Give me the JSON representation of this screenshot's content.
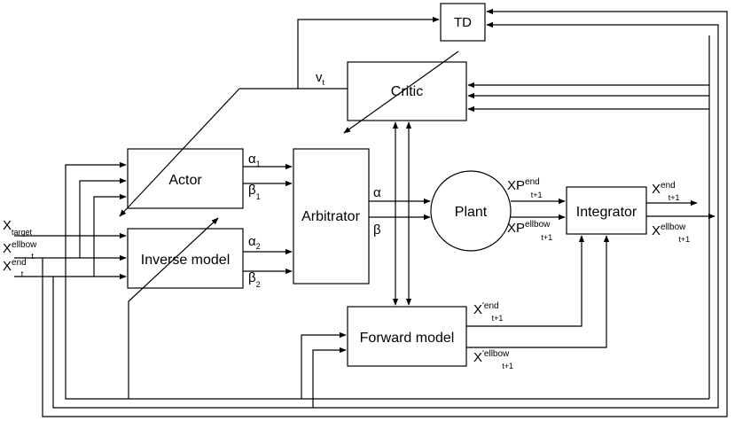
{
  "blocks": {
    "td": "TD",
    "critic": "Critic",
    "actor": "Actor",
    "inverse_model": "Inverse model",
    "arbitrator": "Arbitrator",
    "plant": "Plant",
    "integrator": "Integrator",
    "forward_model": "Forward model"
  },
  "signals": {
    "v": {
      "base": "v",
      "sub": "t"
    },
    "alpha1": {
      "base": "α",
      "sub": "1"
    },
    "beta1": {
      "base": "β",
      "sub": "1"
    },
    "alpha2": {
      "base": "α",
      "sub": "2"
    },
    "beta2": {
      "base": "β",
      "sub": "2"
    },
    "alpha": "α",
    "beta": "β",
    "x_target": {
      "base": "X",
      "sub": "target"
    },
    "x_ellbow": {
      "base": "X",
      "sup": "ellbow",
      "sub": "t"
    },
    "x_end": {
      "base": "X",
      "sup": "end",
      "sub": "t"
    },
    "xp_end": {
      "base": "XP",
      "sup": "end",
      "sub": "t+1"
    },
    "xp_ellbow": {
      "base": "XP",
      "sup": "ellbow",
      "sub": "t+1"
    },
    "x_end_next": {
      "base": "X",
      "sup": "end",
      "sub": "t+1"
    },
    "x_ellbow_next": {
      "base": "X",
      "sup": "ellbow",
      "sub": "t+1"
    },
    "xf_end": {
      "base": "X",
      "sup": "'end",
      "sub": "t+1"
    },
    "xf_ellbow": {
      "base": "X",
      "sup": "'ellbow",
      "sub": "t+1"
    }
  }
}
